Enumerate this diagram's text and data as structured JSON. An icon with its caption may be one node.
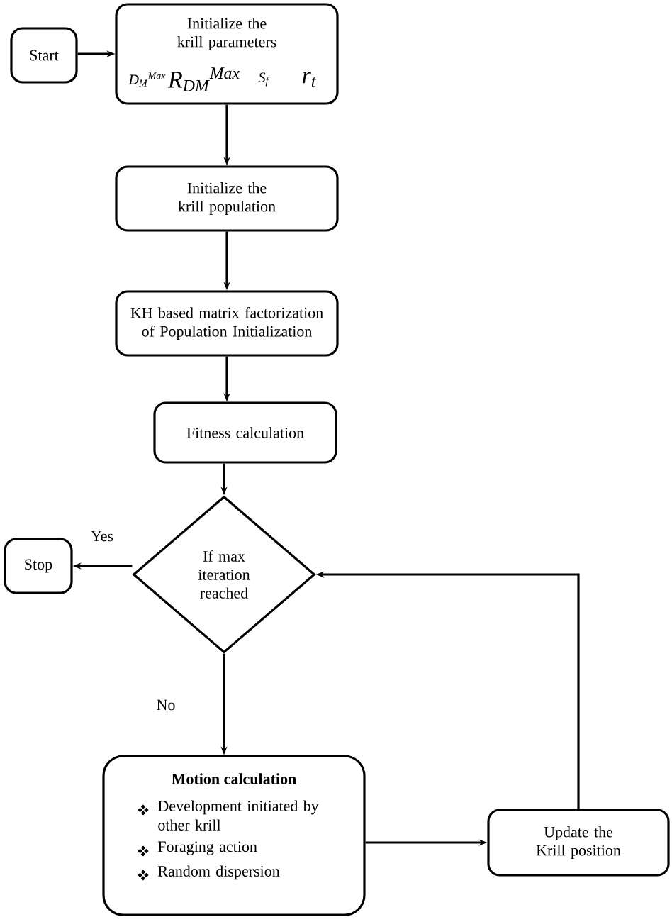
{
  "diagram": {
    "nodes": [
      {
        "text": [
          "Start"
        ]
      },
      {
        "text": [
          "Initialize the krill parameters",
          "D$_{M}$$^{Max}$",
          "R$_{DM}$$^{Max}$",
          "S$_{f}$",
          "r$_{t}$"
        ]
      },
      {
        "text": [
          "Initialize the krill population"
        ]
      },
      {
        "text": [
          "KH based matrix factorization of Population Initialization"
        ]
      },
      {
        "text": [
          "Fitness calculation"
        ]
      },
      {
        "text": [
          "If max iteration reached"
        ]
      },
      {
        "text": [
          "Stop"
        ]
      },
      {
        "text": [
          "Motion calculation",
          "Development initiated by other krill",
          "Foraging action",
          "Random dispersion"
        ]
      },
      {
        "text": [
          "Update the Krill position"
        ]
      }
    ],
    "edges": [
      {
        "from": 0,
        "to": 1,
        "arrow": "to"
      },
      {
        "from": 1,
        "to": 2,
        "arrow": "to"
      },
      {
        "from": 2,
        "to": 3,
        "arrow": "to"
      },
      {
        "from": 3,
        "to": 4,
        "arrow": "to"
      },
      {
        "from": 4,
        "to": 5,
        "arrow": "to"
      },
      {
        "from": 5,
        "to": 6,
        "arrow": "to",
        "label": "Yes"
      },
      {
        "from": 5,
        "to": 7,
        "arrow": "to",
        "label": "No"
      },
      {
        "from": 7,
        "to": 8,
        "arrow": "to"
      },
      {
        "from": 8,
        "to": 5,
        "arrow": "to"
      }
    ]
  }
}
